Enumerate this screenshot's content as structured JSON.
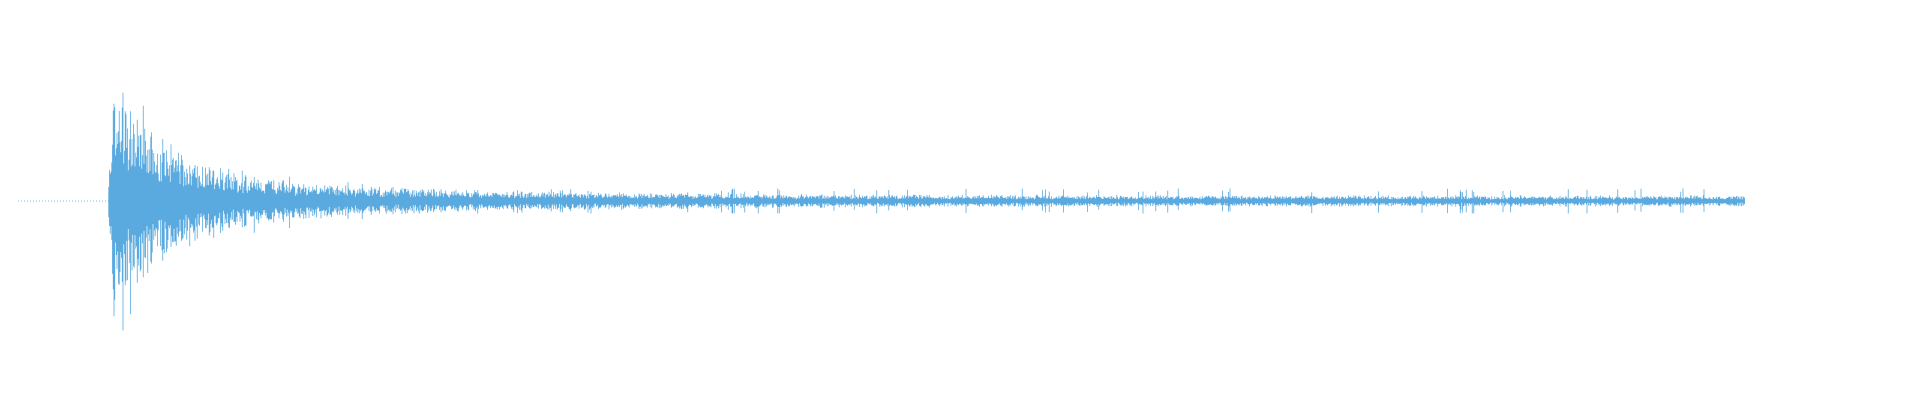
{
  "waveform": {
    "color": "#5aaae0",
    "amplitude_profile": "sharp-attack-exponential-decay",
    "peak_amplitude_fraction": 0.92,
    "sustained_amplitude_fraction": 0.03
  }
}
